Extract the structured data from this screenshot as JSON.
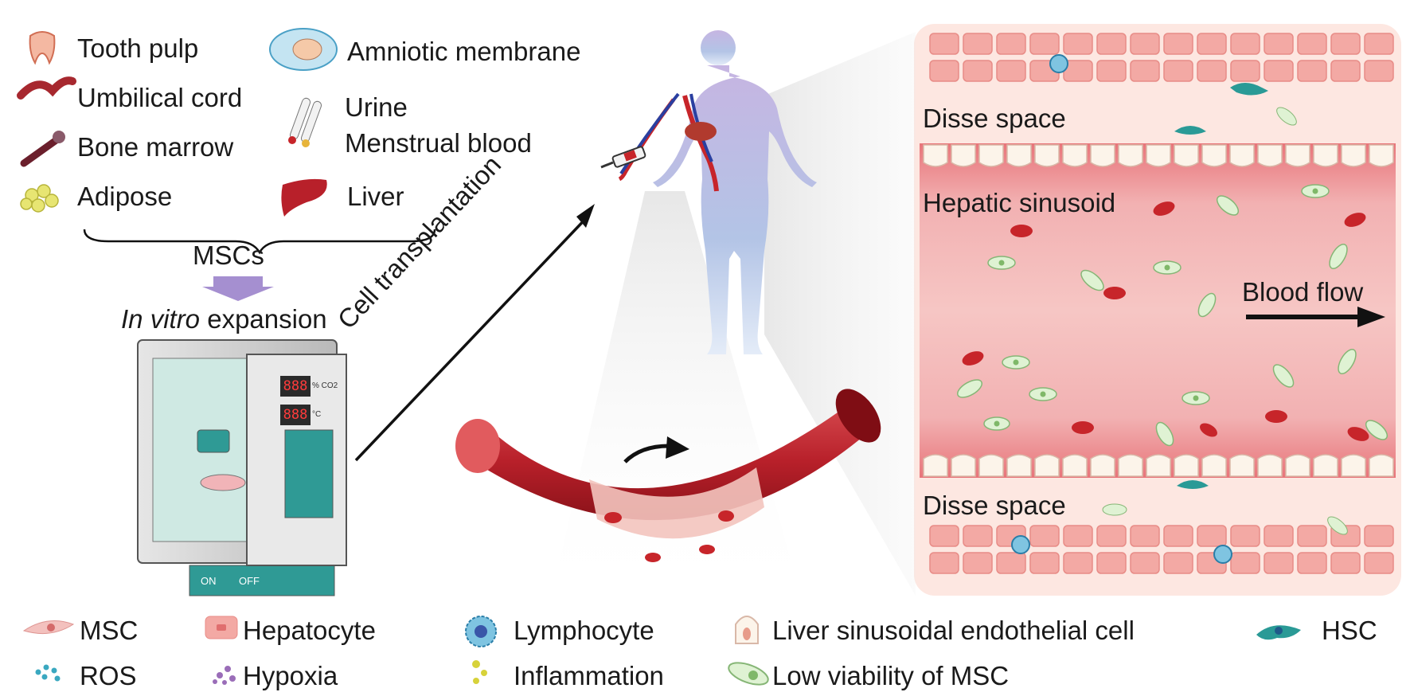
{
  "sources": {
    "left": [
      {
        "label": "Tooth pulp",
        "icon": "tooth-icon"
      },
      {
        "label": "Umbilical cord",
        "icon": "umbilical-cord-icon"
      },
      {
        "label": "Bone marrow",
        "icon": "bone-icon"
      },
      {
        "label": "Adipose",
        "icon": "adipose-icon"
      }
    ],
    "right": [
      {
        "label": "Amniotic membrane",
        "icon": "amniotic-membrane-icon"
      },
      {
        "label": "Urine",
        "icon": "test-tube-icon"
      },
      {
        "label": "Menstrual blood",
        "icon": ""
      },
      {
        "label": "Liver",
        "icon": "liver-icon"
      }
    ]
  },
  "flow": {
    "msc_label": "MSCs",
    "expansion_italic": "In vitro",
    "expansion_rest": " expansion",
    "transplant_label": "Cell transplantation",
    "incubator_on": "ON",
    "incubator_off": "OFF",
    "incubator_co2": "% CO2",
    "incubator_temp": "°C",
    "display_top": "888",
    "display_bottom": "888"
  },
  "panel": {
    "disse_top": "Disse space",
    "sinusoid": "Hepatic sinusoid",
    "blood_flow": "Blood flow",
    "disse_bottom": "Disse space"
  },
  "legend": [
    {
      "label": "MSC",
      "icon": "msc-icon"
    },
    {
      "label": "Hepatocyte",
      "icon": "hepatocyte-icon"
    },
    {
      "label": "Lymphocyte",
      "icon": "lymphocyte-icon"
    },
    {
      "label": "Liver sinusoidal endothelial cell",
      "icon": "endothelial-cell-icon"
    },
    {
      "label": "HSC",
      "icon": "hsc-icon"
    },
    {
      "label": "ROS",
      "icon": "ros-icon"
    },
    {
      "label": "Hypoxia",
      "icon": "hypoxia-icon"
    },
    {
      "label": "Inflammation",
      "icon": "inflammation-icon"
    },
    {
      "label": "Low viability of MSC",
      "icon": "low-viability-msc-icon"
    }
  ],
  "colors": {
    "blood_red": "#c7252a",
    "vessel_pink": "#e9a3a4",
    "hepatocyte": "#f3b6b1",
    "teal": "#2a9a96",
    "body_blue": "#b9c7e6"
  }
}
